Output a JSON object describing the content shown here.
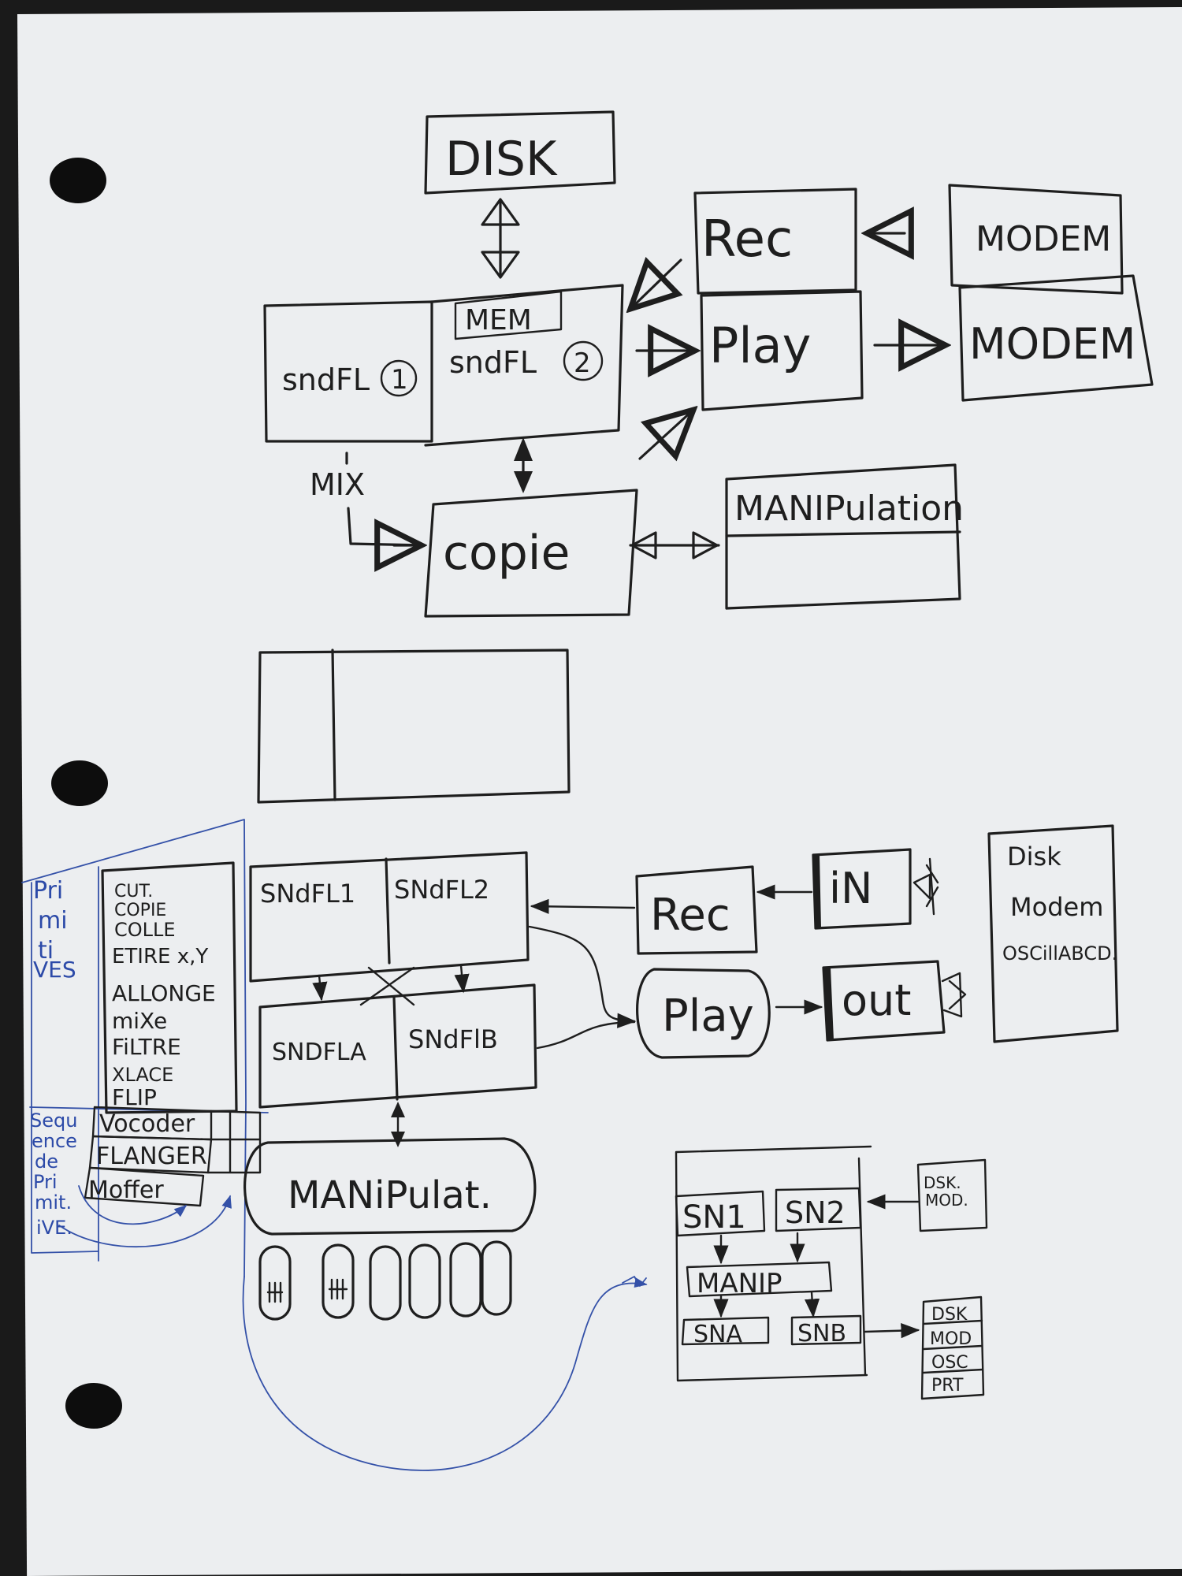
{
  "top": {
    "disk": "DISK",
    "rec": "Rec",
    "modem_top": "MODEM",
    "modem_bottom": "MODEM",
    "mem": "MEM",
    "sndfl1": "sndFL",
    "sndfl1_num": "1",
    "sndfl2": "sndFL",
    "sndfl2_num": "2",
    "play": "Play",
    "mix": "MIX",
    "copie": "copie",
    "manipulation": "MANIPulation"
  },
  "primitives": {
    "label": [
      "Pri",
      "mi",
      "ti",
      "VES"
    ],
    "items": [
      "CUT.",
      "COPIE",
      "COLLE",
      "ETIRE x,Y",
      "ALLONGE",
      "miXe",
      "FiLTRE",
      "XLACE",
      "FLIP"
    ]
  },
  "sequence": {
    "label": [
      "Sequ",
      "ence",
      "de",
      "Pri",
      "mit.",
      "iVE."
    ],
    "items": [
      "Vocoder",
      "FLANGER",
      "Moffer"
    ]
  },
  "middle": {
    "sndfl1": "SNdFL1",
    "sndfl2": "SNdFL2",
    "sndfla": "SNDFLA",
    "sndflb": "SNdFlB",
    "rec": "Rec",
    "in": "iN",
    "play": "Play",
    "out": "out",
    "sources": [
      "Disk",
      "Modem",
      "OSCillABCD."
    ],
    "manipulat": "MANiPulat."
  },
  "small": {
    "sn1": "SN1",
    "sn2": "SN2",
    "manip": "MANIP",
    "sna": "SNA",
    "snb": "SNB",
    "in_box": [
      "DSK.",
      "MOD."
    ],
    "out_box": [
      "DSK",
      "MOD",
      "OSC",
      "PRT"
    ]
  }
}
